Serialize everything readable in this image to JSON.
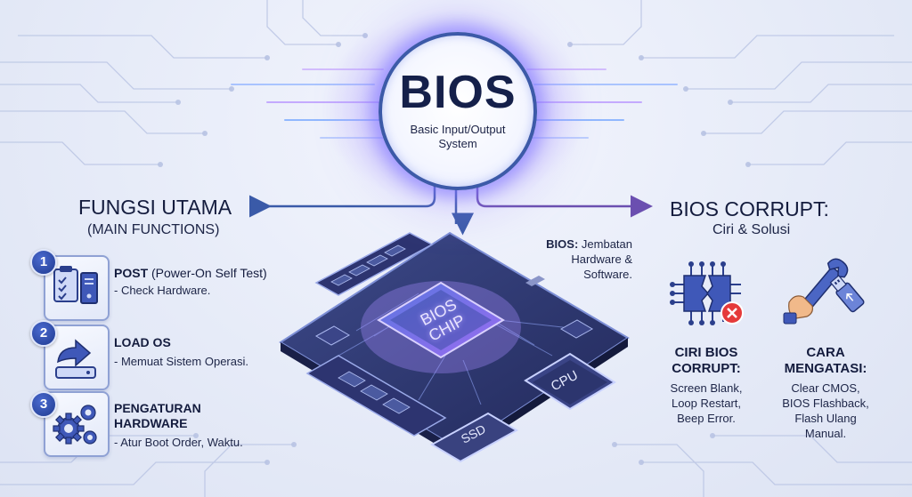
{
  "center": {
    "title": "BIOS",
    "subtitle_line1": "Basic Input/Output",
    "subtitle_line2": "System"
  },
  "left": {
    "heading": "FUNGSI UTAMA",
    "subheading": "(MAIN FUNCTIONS)",
    "items": [
      {
        "number": "1",
        "title": "POST",
        "title_extra": "(Power-On Self Test)",
        "desc": "- Check Hardware.",
        "icon": "checklist-computer-icon"
      },
      {
        "number": "2",
        "title": "LOAD OS",
        "desc": "- Memuat Sistem Operasi.",
        "icon": "load-arrow-drive-icon"
      },
      {
        "number": "3",
        "title_line1": "PENGATURAN",
        "title_line2": "HARDWARE",
        "desc": "- Atur Boot Order, Waktu.",
        "icon": "gears-icon"
      }
    ]
  },
  "board": {
    "chip_line1": "BIOS",
    "chip_line2": "CHIP",
    "cpu_label": "CPU",
    "ssd_label": "SSD",
    "note_bold": "BIOS:",
    "note_line1": "Jembatan",
    "note_line2": "Hardware &",
    "note_line3": "Software."
  },
  "right": {
    "heading": "BIOS CORRUPT:",
    "subheading": "Ciri & Solusi",
    "symptoms": {
      "icon": "broken-chip-error-icon",
      "title_line1": "CIRI BIOS",
      "title_line2": "CORRUPT:",
      "body_line1": "Screen Blank,",
      "body_line2": "Loop Restart,",
      "body_line3": "Beep Error."
    },
    "solutions": {
      "icon": "wrench-usb-icon",
      "title_line1": "CARA",
      "title_line2": "MENGATASI:",
      "body_line1": "Clear CMOS,",
      "body_line2": "BIOS Flashback,",
      "body_line3": "Flash Ulang",
      "body_line4": "Manual."
    }
  },
  "colors": {
    "navy": "#141c3e",
    "accent_blue": "#3c5aa8",
    "glow_purple": "#8a6cff",
    "error_red": "#e53a3a"
  }
}
